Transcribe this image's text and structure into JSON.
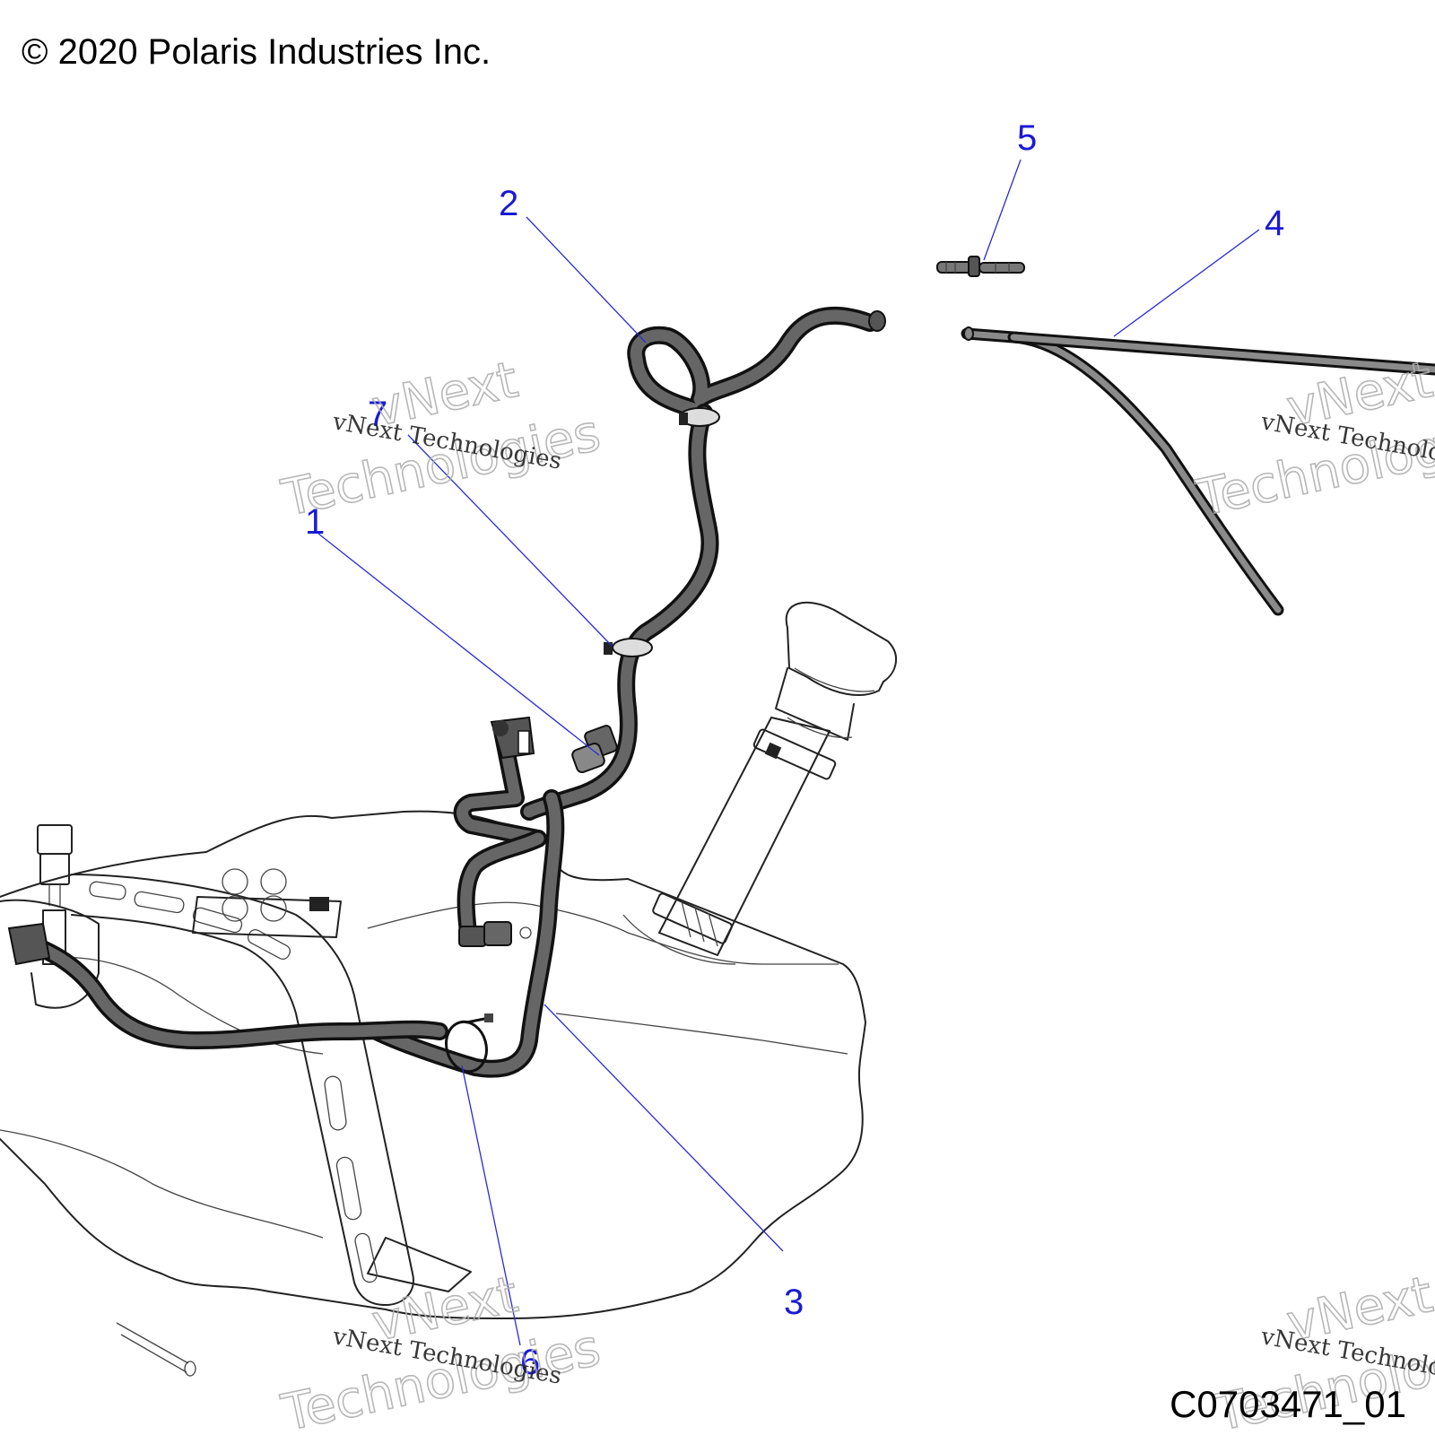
{
  "header": {
    "copyright": "© 2020 Polaris Industries Inc."
  },
  "footer": {
    "diagram_id": "C0703471_01"
  },
  "callouts": [
    {
      "label": "1"
    },
    {
      "label": "2"
    },
    {
      "label": "3"
    },
    {
      "label": "4"
    },
    {
      "label": "5"
    },
    {
      "label": "6"
    },
    {
      "label": "7"
    }
  ],
  "watermarks": [
    {
      "line1": "vNext",
      "line2": "Technologies",
      "caption": "vNext Technologies"
    }
  ],
  "colors": {
    "callout": "#1a1ad6",
    "leader": "#2a2ad6",
    "hose": "#5f5f5f",
    "outline": "#222222"
  }
}
